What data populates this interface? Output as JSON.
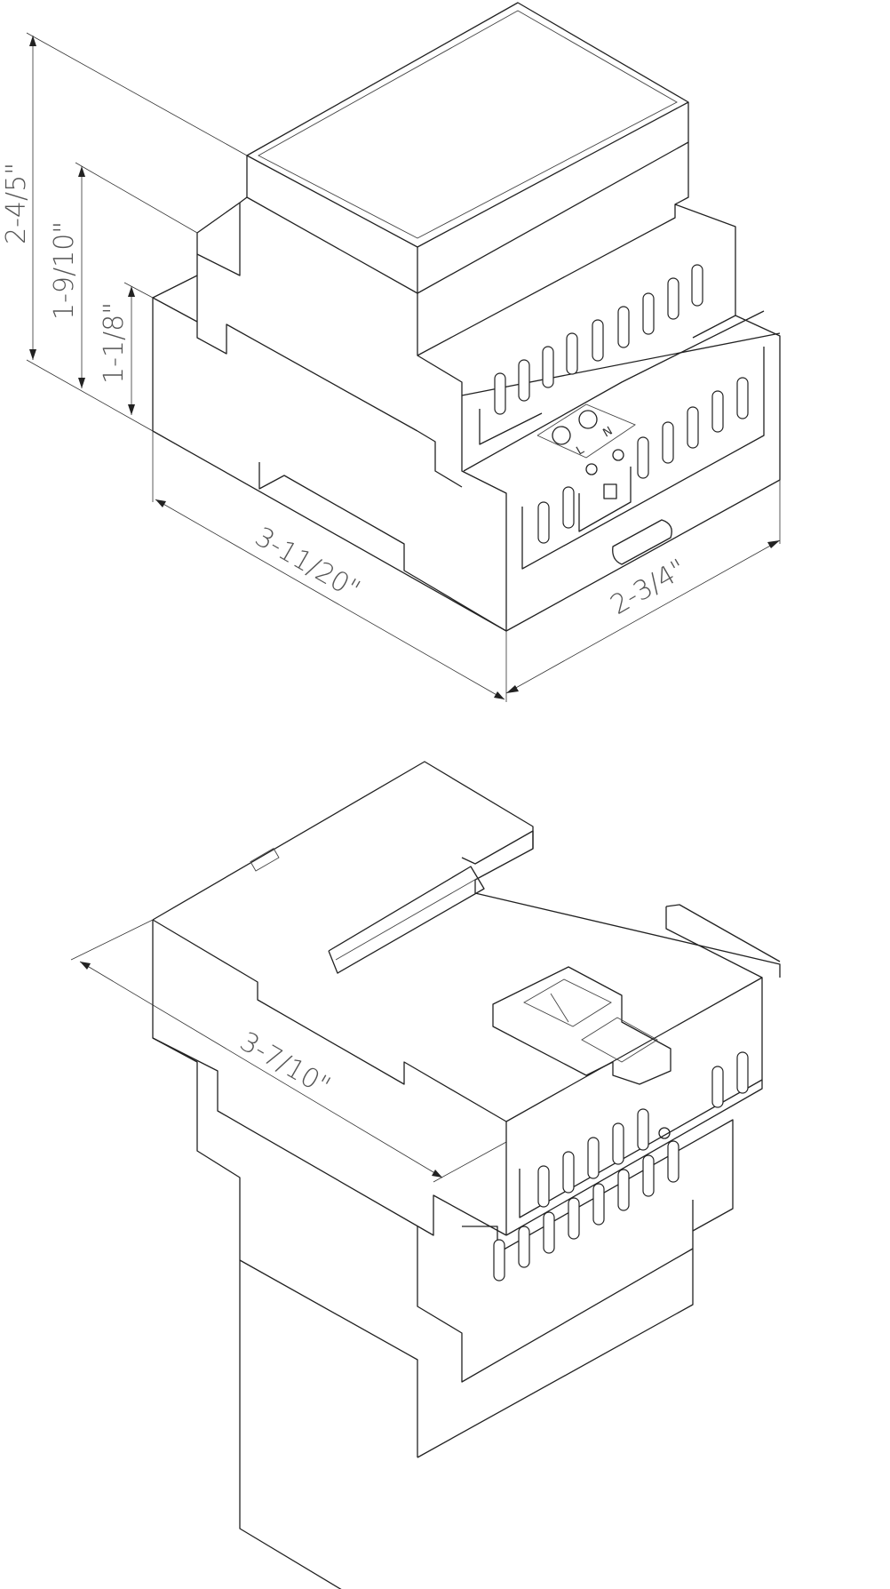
{
  "top_view": {
    "dimensions": {
      "overall_height": "2-4/5\"",
      "middle_height": "1-9/10\"",
      "lower_height": "1-1/8\"",
      "length": "3-11/20\"",
      "width": "2-3/4\""
    },
    "terminals": [
      "L",
      "N"
    ]
  },
  "bottom_view": {
    "dimensions": {
      "base_length": "3-7/10\""
    }
  }
}
